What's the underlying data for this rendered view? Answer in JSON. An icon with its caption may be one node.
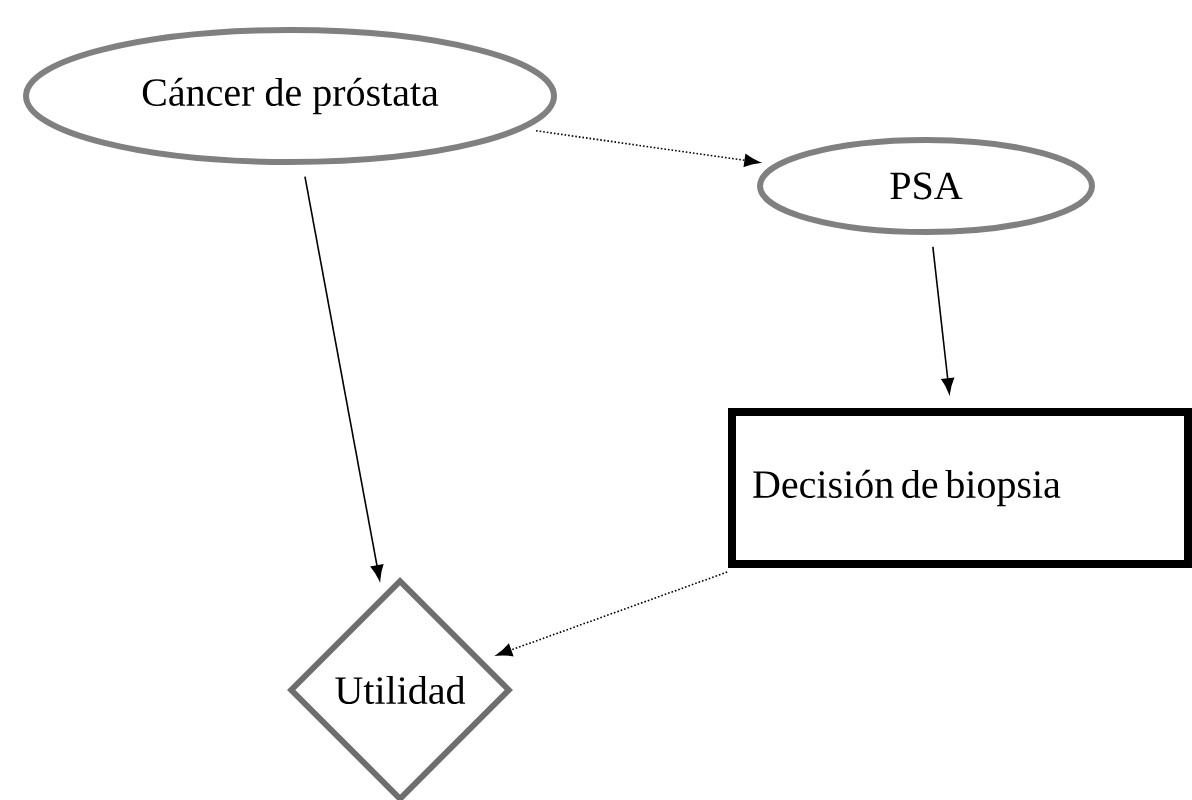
{
  "diagram": {
    "nodes": [
      {
        "text": [
          "Cáncer de próstata"
        ]
      },
      {
        "text": [
          "PSA"
        ]
      },
      {
        "text": [
          "Decisión de biopsia"
        ]
      },
      {
        "text": [
          "Utilidad"
        ]
      }
    ],
    "edges": [
      {
        "from": 0,
        "to": 1,
        "arrow": "to",
        "style": "dashed"
      },
      {
        "from": 0,
        "to": 3,
        "arrow": "to"
      },
      {
        "from": 1,
        "to": 2,
        "arrow": "to"
      },
      {
        "from": 2,
        "to": 3,
        "arrow": "to",
        "style": "dashed"
      }
    ]
  }
}
